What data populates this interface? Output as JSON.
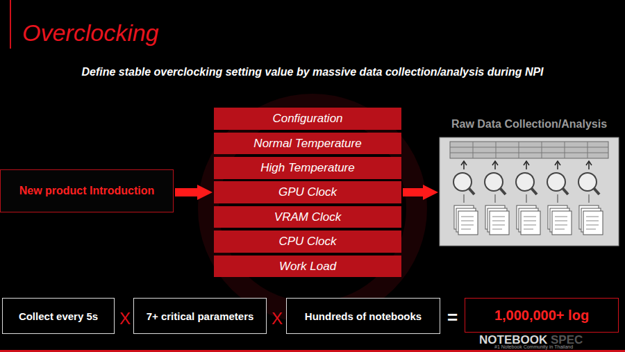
{
  "diagram": {
    "title": "Overclocking",
    "nodes": [
      {
        "text": [
          "New product Introduction"
        ]
      },
      {
        "text": [
          "Configuration"
        ]
      },
      {
        "text": [
          "Normal Temperature"
        ]
      },
      {
        "text": [
          "High Temperature"
        ]
      },
      {
        "text": [
          "GPU Clock"
        ]
      },
      {
        "text": [
          "VRAM Clock"
        ]
      },
      {
        "text": [
          "CPU Clock"
        ]
      },
      {
        "text": [
          "Work Load"
        ]
      },
      {
        "text": [
          "Raw Data Collection/Analysis"
        ]
      },
      {
        "text": [
          "Collect every 5s"
        ]
      },
      {
        "text": [
          "7+ critical parameters"
        ]
      },
      {
        "text": [
          "Hundreds of notebooks"
        ]
      },
      {
        "text": [
          "1,000,000+ log"
        ]
      }
    ],
    "edges": [
      {
        "from": 0,
        "to": 4,
        "arrow": "to"
      },
      {
        "from": 4,
        "to": 8,
        "arrow": "to"
      }
    ],
    "labels": [
      "Define stable overclocking setting value by massive data collection/analysis during NPI",
      "X",
      "X",
      "=",
      "NOTEBOOK",
      "SPEC",
      "#1 Notebook Community in Thailand"
    ]
  }
}
